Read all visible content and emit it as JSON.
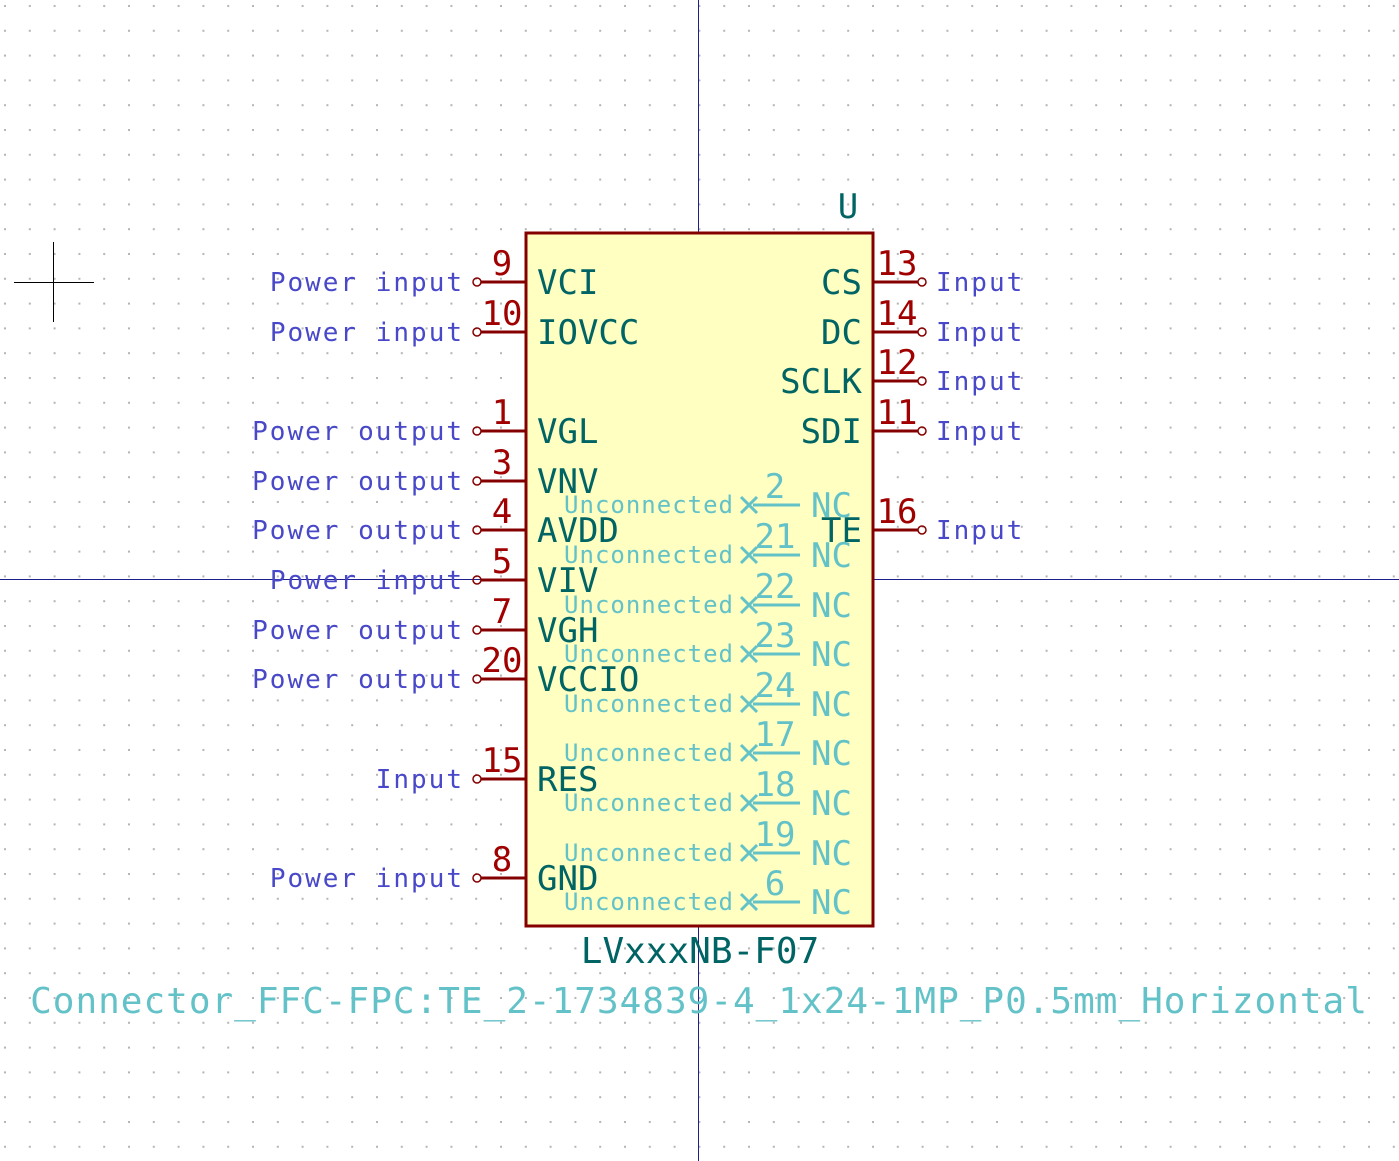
{
  "symbol": {
    "reference": "U",
    "value": "LVxxxNB-F07",
    "footprint": "Connector_FFC-FPC:TE_2-1734839-4_1x24-1MP_P0.5mm_Horizontal"
  },
  "colors": {
    "body_fill": "#FFFFC2",
    "body_stroke": "#840000",
    "pin_line": "#840000",
    "pin_name": "#006464",
    "pin_number": "#A00000",
    "electrical_type": "#4848C8",
    "no_connect": "#63C2C8",
    "axis": "#1E1E8C",
    "grid_dot": "#B4B4B4"
  },
  "pins_left": [
    {
      "number": "9",
      "name": "VCI",
      "type": "Power input"
    },
    {
      "number": "10",
      "name": "IOVCC",
      "type": "Power input"
    },
    {
      "number": "1",
      "name": "VGL",
      "type": "Power output"
    },
    {
      "number": "3",
      "name": "VNV",
      "type": "Power output"
    },
    {
      "number": "4",
      "name": "AVDD",
      "type": "Power output"
    },
    {
      "number": "5",
      "name": "VIV",
      "type": "Power input"
    },
    {
      "number": "7",
      "name": "VGH",
      "type": "Power output"
    },
    {
      "number": "20",
      "name": "VCCIO",
      "type": "Power output"
    },
    {
      "number": "15",
      "name": "RES",
      "type": "Input"
    },
    {
      "number": "8",
      "name": "GND",
      "type": "Power input"
    }
  ],
  "pins_right": [
    {
      "number": "13",
      "name": "CS",
      "type": "Input"
    },
    {
      "number": "14",
      "name": "DC",
      "type": "Input"
    },
    {
      "number": "12",
      "name": "SCLK",
      "type": "Input"
    },
    {
      "number": "11",
      "name": "SDI",
      "type": "Input"
    },
    {
      "number": "16",
      "name": "TE",
      "type": "Input"
    }
  ],
  "pins_nc": [
    {
      "number": "2",
      "name": "NC",
      "type": "Unconnected"
    },
    {
      "number": "21",
      "name": "NC",
      "type": "Unconnected"
    },
    {
      "number": "22",
      "name": "NC",
      "type": "Unconnected"
    },
    {
      "number": "23",
      "name": "NC",
      "type": "Unconnected"
    },
    {
      "number": "24",
      "name": "NC",
      "type": "Unconnected"
    },
    {
      "number": "17",
      "name": "NC",
      "type": "Unconnected"
    },
    {
      "number": "18",
      "name": "NC",
      "type": "Unconnected"
    },
    {
      "number": "19",
      "name": "NC",
      "type": "Unconnected"
    },
    {
      "number": "6",
      "name": "NC",
      "type": "Unconnected"
    }
  ]
}
